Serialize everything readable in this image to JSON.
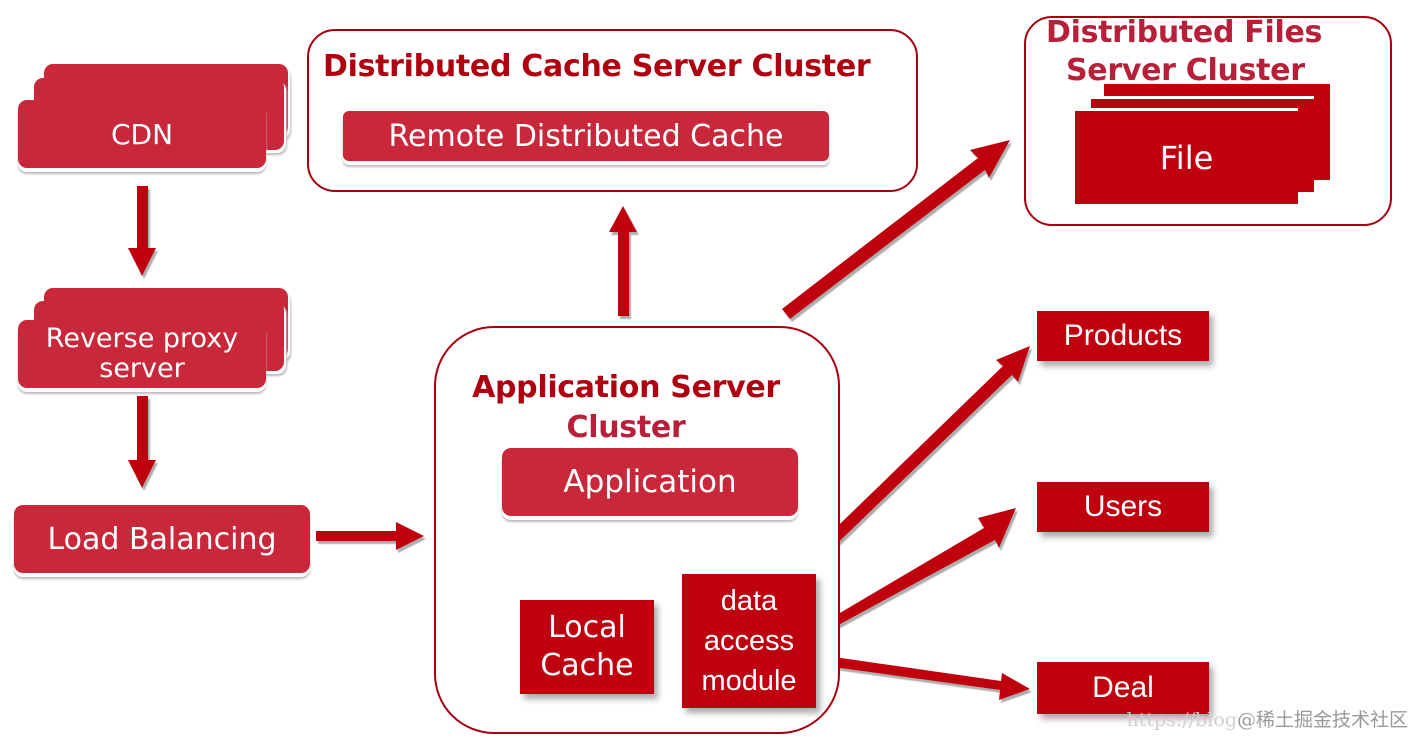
{
  "diagram": {
    "nodes": {
      "cdn": "CDN",
      "reverse_proxy": [
        "Reverse proxy",
        "server"
      ],
      "load_balancing": "Load Balancing",
      "distributed_cache_cluster": {
        "title": "Distributed Cache Server Cluster",
        "child": "Remote Distributed Cache"
      },
      "distributed_files_cluster": {
        "title": [
          "Distributed Files",
          "Server Cluster"
        ],
        "child": "File"
      },
      "application_cluster": {
        "title": [
          "Application Server",
          "Cluster"
        ],
        "application": "Application",
        "local_cache": [
          "Local",
          "Cache"
        ],
        "data_access_module": [
          "data",
          "access",
          "module"
        ]
      },
      "products": "Products",
      "users": "Users",
      "deal": "Deal"
    },
    "edges": [
      {
        "from": "CDN",
        "to": "Reverse proxy server"
      },
      {
        "from": "Reverse proxy server",
        "to": "Load Balancing"
      },
      {
        "from": "Load Balancing",
        "to": "Application Server Cluster"
      },
      {
        "from": "Application Server Cluster",
        "to": "Distributed Cache Server Cluster"
      },
      {
        "from": "Application Server Cluster",
        "to": "Distributed Files Server Cluster"
      },
      {
        "from": "Application",
        "to": "Local Cache"
      },
      {
        "from": "Application",
        "to": "data access module"
      },
      {
        "from": "data access module",
        "to": "Products"
      },
      {
        "from": "data access module",
        "to": "Users"
      },
      {
        "from": "data access module",
        "to": "Deal"
      }
    ],
    "colors": {
      "primary_red": "#bf000f",
      "pill_red": "#c8283a",
      "border_red": "#a80010"
    }
  },
  "watermark": {
    "faint": "https://blog",
    "text": "@稀土掘金技术社区"
  }
}
